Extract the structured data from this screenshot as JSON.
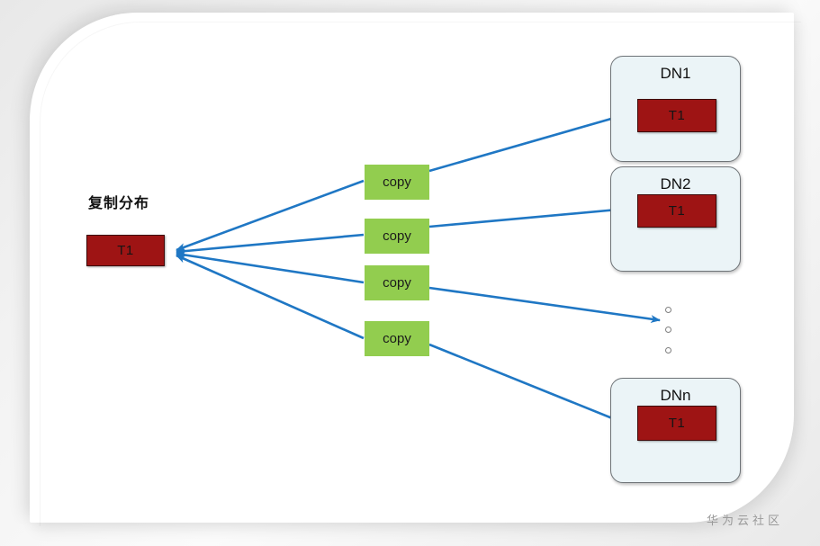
{
  "diagram": {
    "caption": "复制分布",
    "source_table": {
      "label": "T1"
    },
    "copies": [
      {
        "label": "copy"
      },
      {
        "label": "copy"
      },
      {
        "label": "copy"
      },
      {
        "label": "copy"
      }
    ],
    "datanodes": [
      {
        "name": "DN1",
        "table": "T1"
      },
      {
        "name": "DN2",
        "table": "T1"
      },
      {
        "name": "DNn",
        "table": "T1"
      }
    ],
    "ellipsis": "⋮"
  },
  "colors": {
    "copy_green": "#92CD4F",
    "table_red": "#9E1414",
    "arrow_blue": "#1F77C4",
    "datanode_fill": "#EBF4F7",
    "card_white": "#FFFFFF"
  },
  "watermark": {
    "text": "华为云社区"
  }
}
